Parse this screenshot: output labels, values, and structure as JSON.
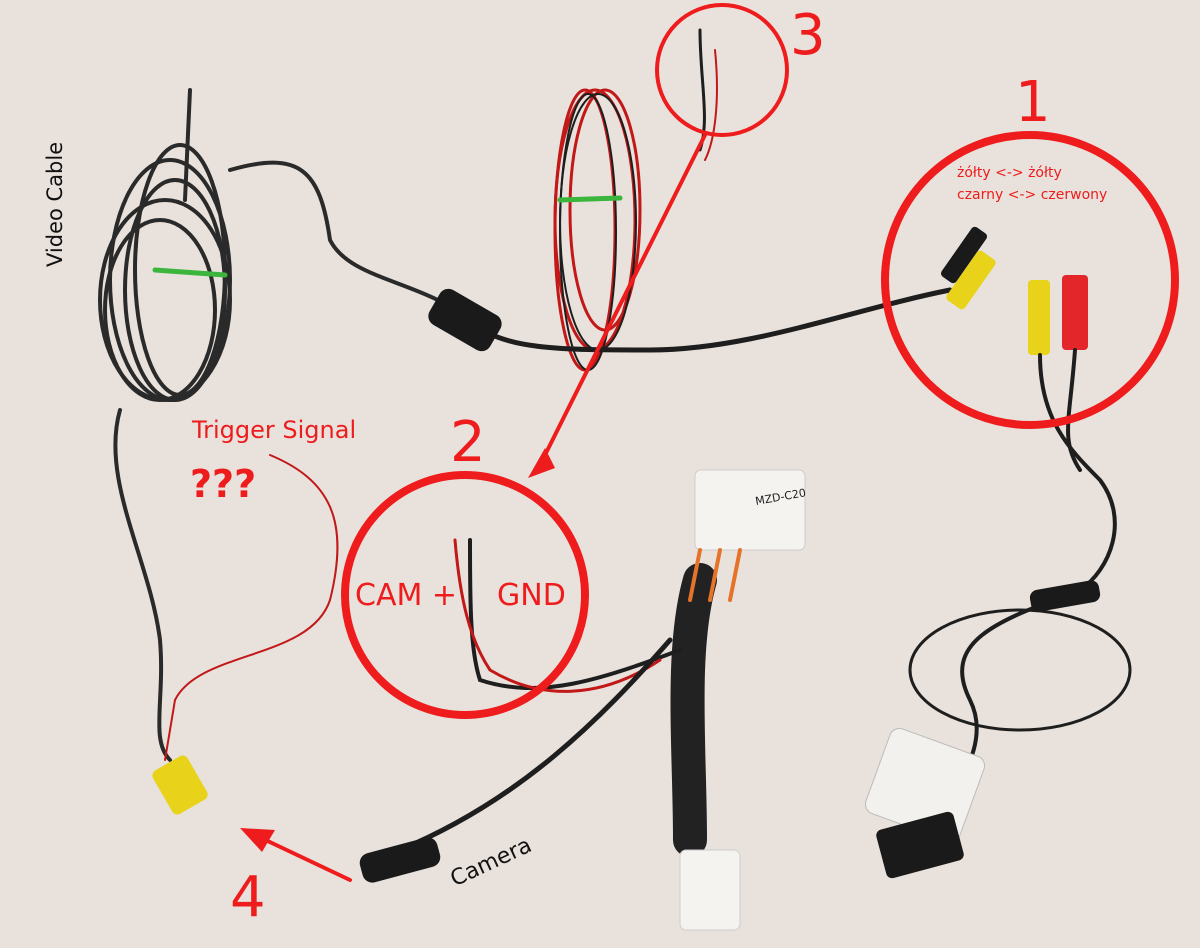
{
  "annotations": {
    "label_1": "1",
    "label_2": "2",
    "label_3": "3",
    "label_4": "4",
    "color_map_line1": "żółty  <-> żółty",
    "color_map_line2": "czarny <-> czerwony",
    "trigger_signal": "Trigger Signal",
    "question_marks": "???",
    "cam_plus": "CAM +",
    "gnd": "GND",
    "video_cable": "Video Cable",
    "camera": "Camera",
    "connector_label": "MZD-C20"
  },
  "colors": {
    "annotation": "#ee1c1c",
    "background": "#e9e2dc",
    "cable": "#1e1e1e",
    "red_wire": "#d41c1c",
    "yellow_plug": "#e8d21a"
  }
}
